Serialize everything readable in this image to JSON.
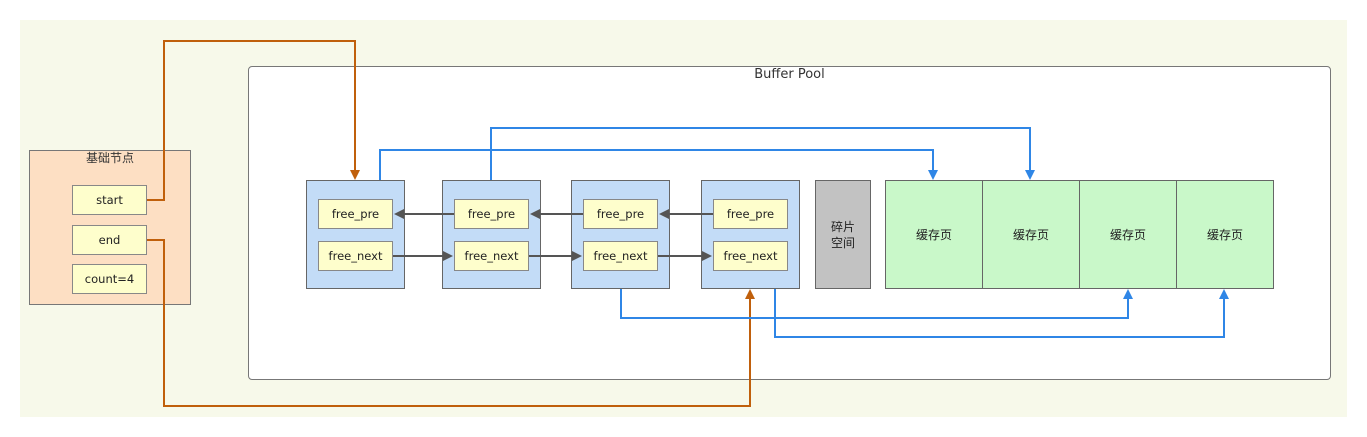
{
  "buffer_pool": {
    "title": "Buffer Pool"
  },
  "base_node": {
    "title": "基础节点",
    "fields": [
      "start",
      "end",
      "count=4"
    ]
  },
  "control_blocks": [
    {
      "pre": "free_pre",
      "next": "free_next"
    },
    {
      "pre": "free_pre",
      "next": "free_next"
    },
    {
      "pre": "free_pre",
      "next": "free_next"
    },
    {
      "pre": "free_pre",
      "next": "free_next"
    }
  ],
  "fragment": {
    "label": "碎片\n空间"
  },
  "cache_pages": [
    "缓存页",
    "缓存页",
    "缓存页",
    "缓存页"
  ],
  "colors": {
    "orange_line": "#c0600c",
    "blue_line": "#2f86e6",
    "gray_line": "#555555"
  }
}
